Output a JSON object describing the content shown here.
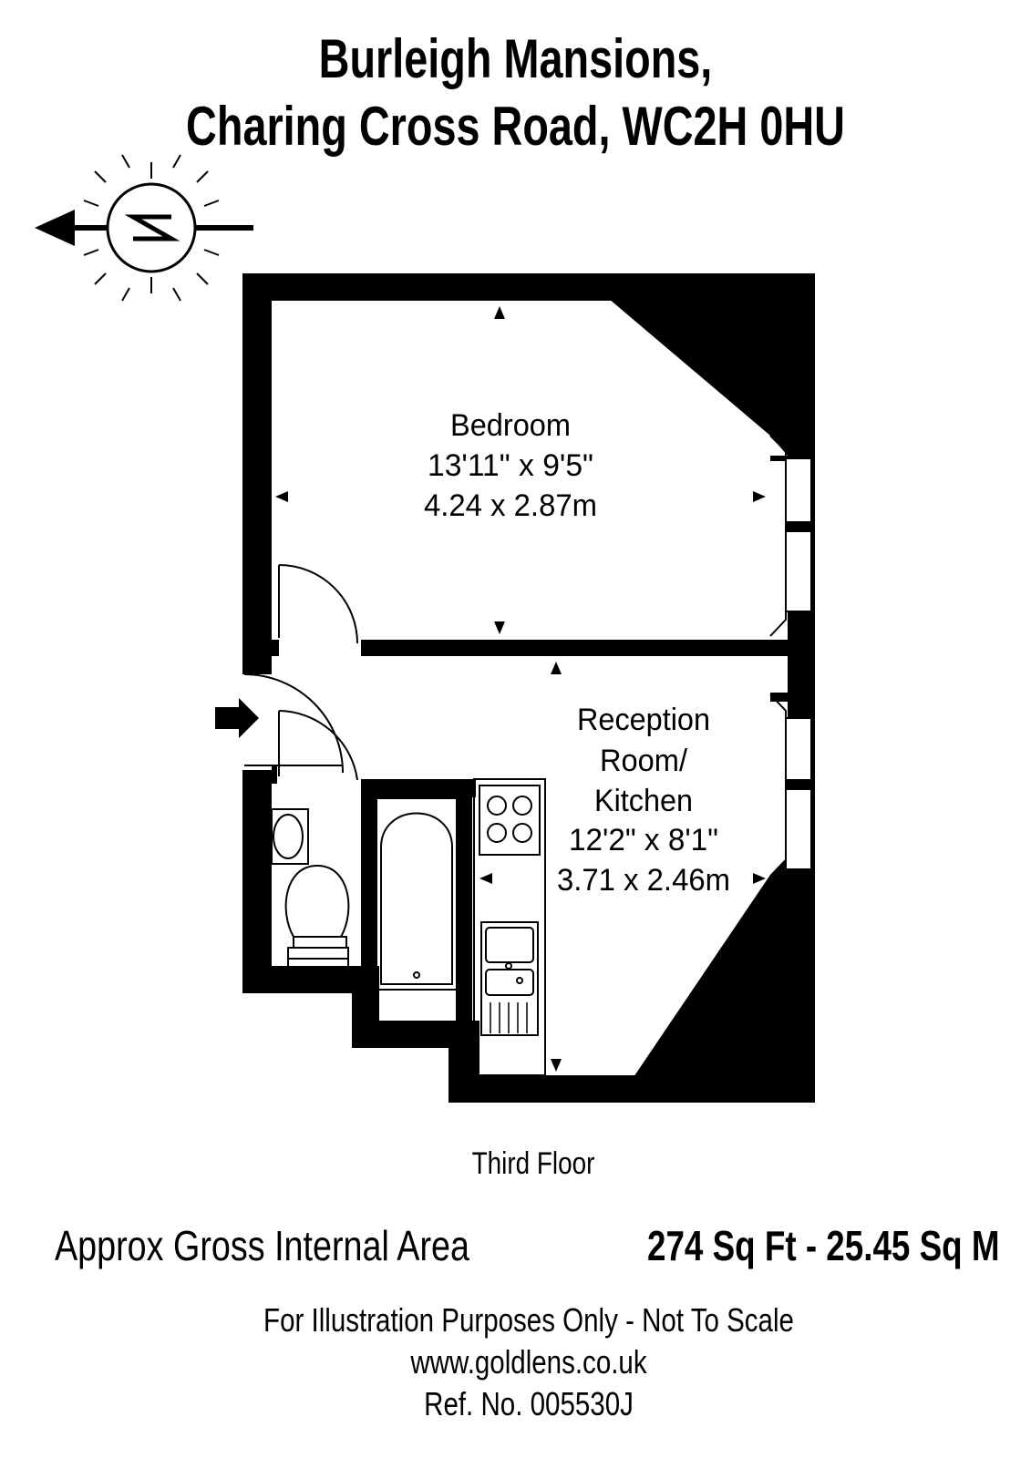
{
  "header": {
    "line1": "Burleigh Mansions,",
    "line2": "Charing Cross Road, WC2H 0HU"
  },
  "compass": {
    "letter": "N",
    "icon": "north-arrow-icon"
  },
  "rooms": {
    "bedroom": {
      "name": "Bedroom",
      "imperial": "13'11\" x 9'5\"",
      "metric": "4.24 x 2.87m"
    },
    "reception": {
      "name_line1": "Reception",
      "name_line2": "Room/",
      "name_line3": "Kitchen",
      "imperial": "12'2\" x 8'1\"",
      "metric": "3.71 x 2.46m"
    }
  },
  "floor_label": "Third Floor",
  "area": {
    "label": "Approx Gross Internal Area",
    "value": "274 Sq Ft  - 25.45 Sq M"
  },
  "footer": {
    "disclaimer": "For Illustration Purposes Only - Not To Scale",
    "website": "www.goldlens.co.uk",
    "reference": "Ref. No. 005530J"
  },
  "colors": {
    "walls": "#000000",
    "background": "#ffffff"
  }
}
